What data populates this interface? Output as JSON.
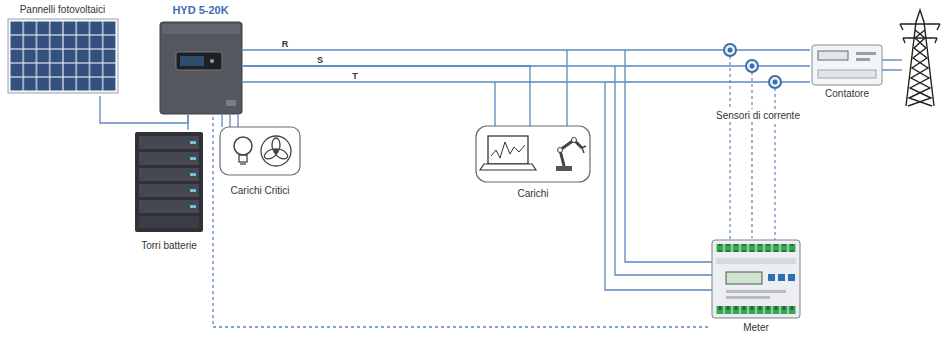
{
  "diagram": {
    "nodes": [
      {
        "text": [
          "Pannelli fotovoltaici"
        ]
      },
      {
        "text": [
          "HYD 5-20K"
        ]
      },
      {
        "text": [
          "Torri batterie"
        ]
      },
      {
        "text": [
          "Carichi Critici"
        ]
      },
      {
        "text": [
          "Carichi"
        ]
      },
      {
        "text": [
          "Sensori di corrente"
        ]
      },
      {
        "text": [
          "Contatore"
        ]
      },
      {
        "text": [
          "Meter"
        ]
      }
    ],
    "edges": [
      {
        "from": 0,
        "to": 1,
        "arrow": "none"
      },
      {
        "from": 2,
        "to": 1,
        "arrow": "none"
      },
      {
        "from": 1,
        "to": 3,
        "arrow": "none"
      },
      {
        "from": 1,
        "to": 6,
        "label": "R",
        "arrow": "none"
      },
      {
        "from": 1,
        "to": 6,
        "label": "S",
        "arrow": "none"
      },
      {
        "from": 1,
        "to": 6,
        "label": "T",
        "arrow": "none"
      },
      {
        "from": 1,
        "to": 4,
        "arrow": "none"
      },
      {
        "from": 5,
        "to": 7,
        "arrow": "none"
      },
      {
        "from": 7,
        "to": 1,
        "arrow": "none"
      }
    ]
  }
}
